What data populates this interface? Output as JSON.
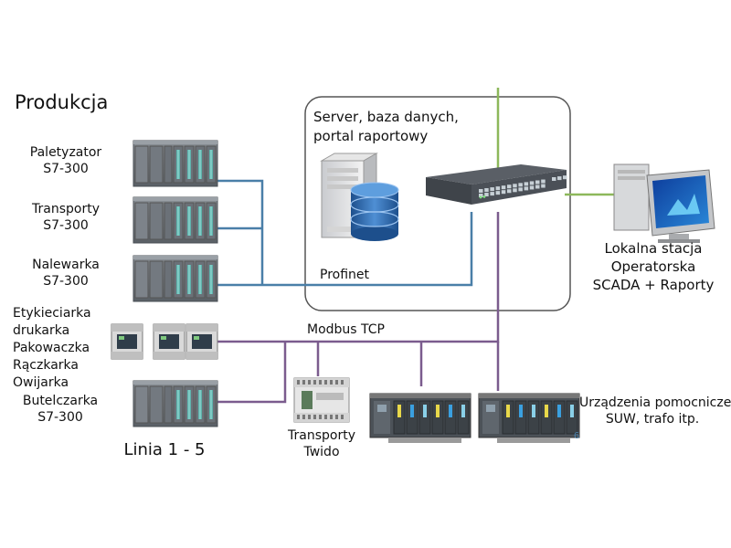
{
  "title": "Produkcja",
  "server_box": {
    "title_line1": "Server, baza danych,",
    "title_line2": "portal raportowy"
  },
  "networks": {
    "profinet": "Profinet",
    "modbus": "Modbus TCP"
  },
  "devices": {
    "paletyzator": {
      "name": "Paletyzator",
      "type": "S7-300"
    },
    "transporty": {
      "name": "Transporty",
      "type": "S7-300"
    },
    "nalewarka": {
      "name": "Nalewarka",
      "type": "S7-300"
    },
    "etykieciarka": {
      "lines": [
        "Etykieciarka",
        "drukarka",
        "Pakowaczka",
        "Rączkarka",
        "Owijarka"
      ]
    },
    "butelczarka": {
      "name": "Butelczarka",
      "type": "S7-300"
    },
    "twido": {
      "line1": "Transporty",
      "line2": "Twido"
    }
  },
  "linia": "Linia 1 - 5",
  "operator_station": {
    "line1": "Lokalna stacja",
    "line2": "Operatorska",
    "line3": "SCADA + Raporty"
  },
  "aux": {
    "line1": "Urządzenia pomocnicze:",
    "line2": "SUW, trafo itp."
  },
  "page_number": "6",
  "colors": {
    "profinet": "#4a7fa8",
    "modbus": "#7b5c8e",
    "green_link": "#8db85a",
    "plc_body": "#6f767d",
    "plc_module": "#5fb3ad"
  }
}
